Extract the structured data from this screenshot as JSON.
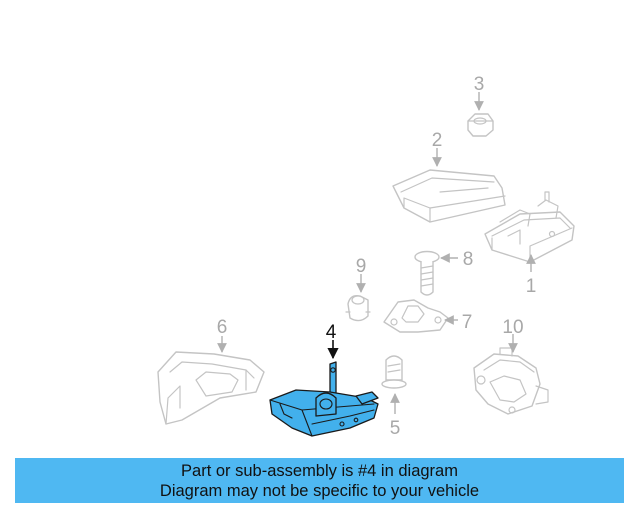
{
  "diagram": {
    "highlighted_part": "4",
    "callouts": {
      "part_1": "1",
      "part_2": "2",
      "part_3": "3",
      "part_4": "4",
      "part_5": "5",
      "part_6": "6",
      "part_7": "7",
      "part_8": "8",
      "part_9": "9",
      "part_10": "10"
    }
  },
  "banner": {
    "line1": "Part or sub-assembly is #4 in diagram",
    "line2": "Diagram may not be specific to your vehicle"
  },
  "colors": {
    "highlight_fill": "#42b0ec",
    "banner_background": "#4fb8f2",
    "ghost_stroke": "#c4c4c4",
    "callout_inactive": "#a8a8a8",
    "callout_active": "#111111"
  }
}
